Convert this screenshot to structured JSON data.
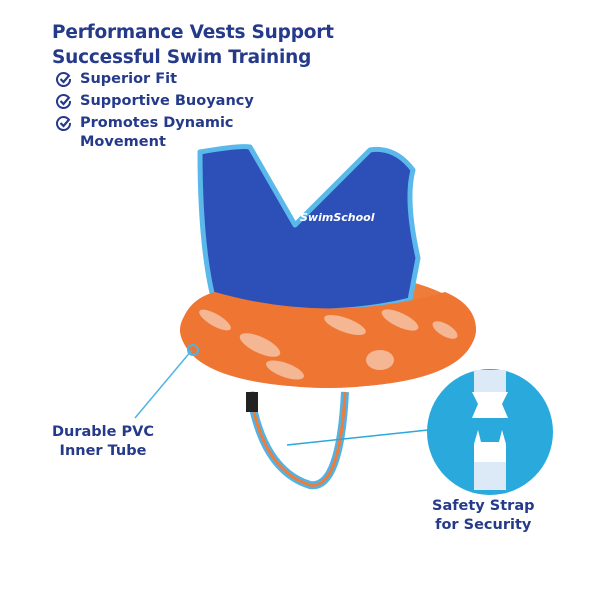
{
  "headline": {
    "line1": "Performance Vests Support",
    "line2": "Successful Swim Training"
  },
  "features": [
    {
      "icon": "check-circle-icon",
      "label": "Superior Fit"
    },
    {
      "icon": "check-circle-icon",
      "label": "Supportive Buoyancy"
    },
    {
      "icon": "check-circle-icon",
      "label": "Promotes Dynamic",
      "label2": "Movement"
    }
  ],
  "product": {
    "brand_logo_text": "SwimSchool"
  },
  "callouts": {
    "tube": {
      "line1": "Durable PVC",
      "line2": "Inner Tube"
    },
    "strap": {
      "line1": "Safety Strap",
      "line2": "for Security"
    }
  },
  "colors": {
    "navy": "#253a8a",
    "vest": "#2d50b8",
    "trim": "#5ab8ea",
    "ring": "#f07c3a",
    "badge": "#29a9dc"
  }
}
